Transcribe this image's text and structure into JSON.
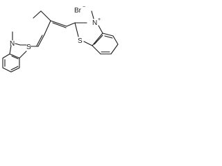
{
  "molecule": {
    "counterion": {
      "symbol": "Br",
      "charge": "−"
    },
    "methyl_left": "CH3-label-free",
    "atoms": {
      "n_left": "N",
      "s_left": "S",
      "n_right": "N",
      "n_right_charge": "+",
      "s_right": "S"
    }
  }
}
